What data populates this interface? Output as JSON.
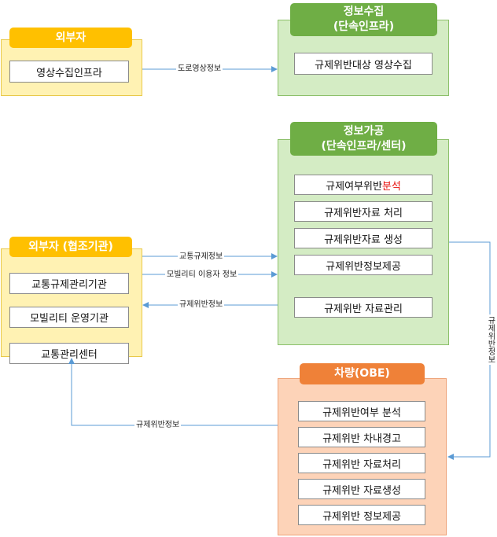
{
  "external": {
    "title": "외부자",
    "item": "영상수집인프라"
  },
  "collect": {
    "title_line1": "정보수집",
    "title_line2": "(단속인프라)",
    "item": "규제위반대상 영상수집"
  },
  "process": {
    "title_line1": "정보가공",
    "title_line2": "(단속인프라/센터)",
    "items": [
      {
        "text": "규제여부위반 ",
        "highlight": "분석"
      },
      {
        "text": "규제위반자료 처리"
      },
      {
        "text": "규제위반자료 생성"
      },
      {
        "text": "규제위반정보제공"
      },
      {
        "text": "규제위반 자료관리"
      }
    ]
  },
  "coop": {
    "title": "외부자 (협조기관)",
    "items": [
      "교통규제관리기관",
      "모빌리티 운영기관",
      "교통관리센터"
    ]
  },
  "vehicle": {
    "title": "차량(OBE)",
    "items": [
      "규제위반여부 분석",
      "규제위반 차내경고",
      "규제위반 자료처리",
      "규제위반 자료생성",
      "규제위반 정보제공"
    ]
  },
  "flows": {
    "road_video": "도로영상정보",
    "traffic_reg": "교통규제정보",
    "mobility_user": "모빌리티 이용자 정보",
    "violation_to_coop": "규제위반정보",
    "violation_to_vehicle": "규제위반정보",
    "vehicle_to_coop": "규제위반정보"
  },
  "colors": {
    "arrow": "#5b9bd5",
    "yellow_header": "#ffc000",
    "green_header": "#6fae45",
    "orange_header": "#ef8138",
    "highlight": "#e8120e"
  }
}
